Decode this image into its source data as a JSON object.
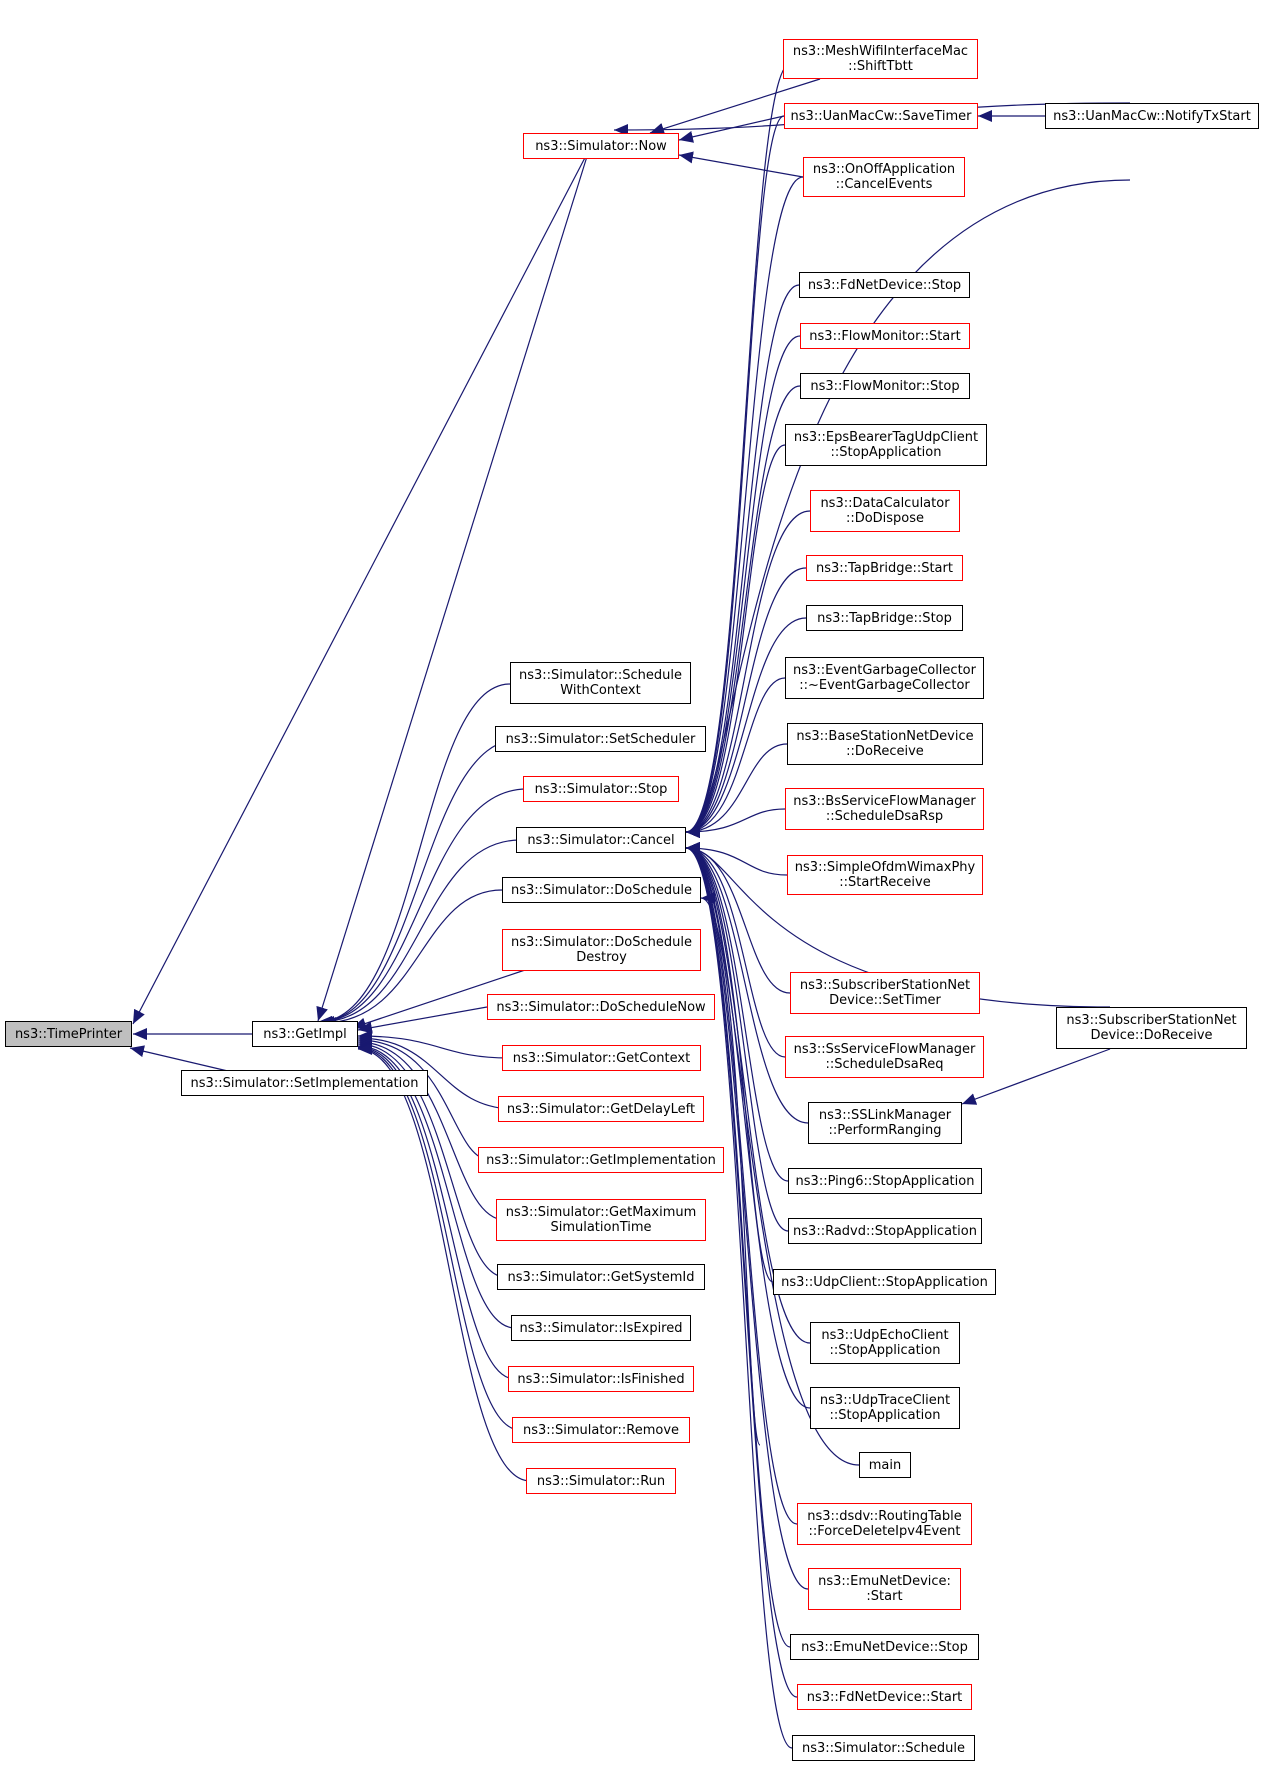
{
  "colors": {
    "edge": "#191970",
    "border_default": "#000000",
    "border_undocumented": "#ff0000",
    "focus_fill": "#bfbfbf"
  },
  "nodes": {
    "time_printer": {
      "label": "ns3::TimePrinter"
    },
    "get_impl": {
      "label": "ns3::GetImpl"
    },
    "set_implementation": {
      "label": "ns3::Simulator::SetImplementation"
    },
    "now": {
      "label": "ns3::Simulator::Now"
    },
    "schedule_with_context": {
      "label": "ns3::Simulator::Schedule\nWithContext"
    },
    "set_scheduler": {
      "label": "ns3::Simulator::SetScheduler"
    },
    "sim_stop": {
      "label": "ns3::Simulator::Stop"
    },
    "cancel": {
      "label": "ns3::Simulator::Cancel"
    },
    "do_schedule": {
      "label": "ns3::Simulator::DoSchedule"
    },
    "do_schedule_destroy": {
      "label": "ns3::Simulator::DoSchedule\nDestroy"
    },
    "do_schedule_now": {
      "label": "ns3::Simulator::DoScheduleNow"
    },
    "get_context": {
      "label": "ns3::Simulator::GetContext"
    },
    "get_delay_left": {
      "label": "ns3::Simulator::GetDelayLeft"
    },
    "get_implementation": {
      "label": "ns3::Simulator::GetImplementation"
    },
    "get_max_sim_time": {
      "label": "ns3::Simulator::GetMaximum\nSimulationTime"
    },
    "get_system_id": {
      "label": "ns3::Simulator::GetSystemId"
    },
    "is_expired": {
      "label": "ns3::Simulator::IsExpired"
    },
    "is_finished": {
      "label": "ns3::Simulator::IsFinished"
    },
    "remove": {
      "label": "ns3::Simulator::Remove"
    },
    "run": {
      "label": "ns3::Simulator::Run"
    },
    "mesh_shift_tbtt": {
      "label": "ns3::MeshWifiInterfaceMac\n::ShiftTbtt"
    },
    "uan_save_timer": {
      "label": "ns3::UanMacCw::SaveTimer"
    },
    "onoff_cancel_events": {
      "label": "ns3::OnOffApplication\n::CancelEvents"
    },
    "uan_notify_tx_start": {
      "label": "ns3::UanMacCw::NotifyTxStart"
    },
    "fd_stop": {
      "label": "ns3::FdNetDevice::Stop"
    },
    "flow_start": {
      "label": "ns3::FlowMonitor::Start"
    },
    "flow_stop": {
      "label": "ns3::FlowMonitor::Stop"
    },
    "eps_stop_app": {
      "label": "ns3::EpsBearerTagUdpClient\n::StopApplication"
    },
    "data_calc_dispose": {
      "label": "ns3::DataCalculator\n::DoDispose"
    },
    "tap_start": {
      "label": "ns3::TapBridge::Start"
    },
    "tap_stop": {
      "label": "ns3::TapBridge::Stop"
    },
    "egc_dtor": {
      "label": "ns3::EventGarbageCollector\n::~EventGarbageCollector"
    },
    "bs_do_receive": {
      "label": "ns3::BaseStationNetDevice\n::DoReceive"
    },
    "bs_sfm_dsa_rsp": {
      "label": "ns3::BsServiceFlowManager\n::ScheduleDsaRsp"
    },
    "ofdm_start_receive": {
      "label": "ns3::SimpleOfdmWimaxPhy\n::StartReceive"
    },
    "ss_set_timer": {
      "label": "ns3::SubscriberStationNet\nDevice::SetTimer"
    },
    "ss_sfm_dsa_req": {
      "label": "ns3::SsServiceFlowManager\n::ScheduleDsaReq"
    },
    "sslink_ranging": {
      "label": "ns3::SSLinkManager\n::PerformRanging"
    },
    "ss_do_receive": {
      "label": "ns3::SubscriberStationNet\nDevice::DoReceive"
    },
    "ping6_stop": {
      "label": "ns3::Ping6::StopApplication"
    },
    "radvd_stop": {
      "label": "ns3::Radvd::StopApplication"
    },
    "udp_client_stop": {
      "label": "ns3::UdpClient::StopApplication"
    },
    "udp_echo_stop": {
      "label": "ns3::UdpEchoClient\n::StopApplication"
    },
    "udp_trace_stop": {
      "label": "ns3::UdpTraceClient\n::StopApplication"
    },
    "main": {
      "label": "main"
    },
    "dsdv_force_delete": {
      "label": "ns3::dsdv::RoutingTable\n::ForceDeleteIpv4Event"
    },
    "emu_start": {
      "label": "ns3::EmuNetDevice:\n:Start"
    },
    "emu_stop": {
      "label": "ns3::EmuNetDevice::Stop"
    },
    "fd_start": {
      "label": "ns3::FdNetDevice::Start"
    },
    "sim_schedule": {
      "label": "ns3::Simulator::Schedule"
    }
  }
}
